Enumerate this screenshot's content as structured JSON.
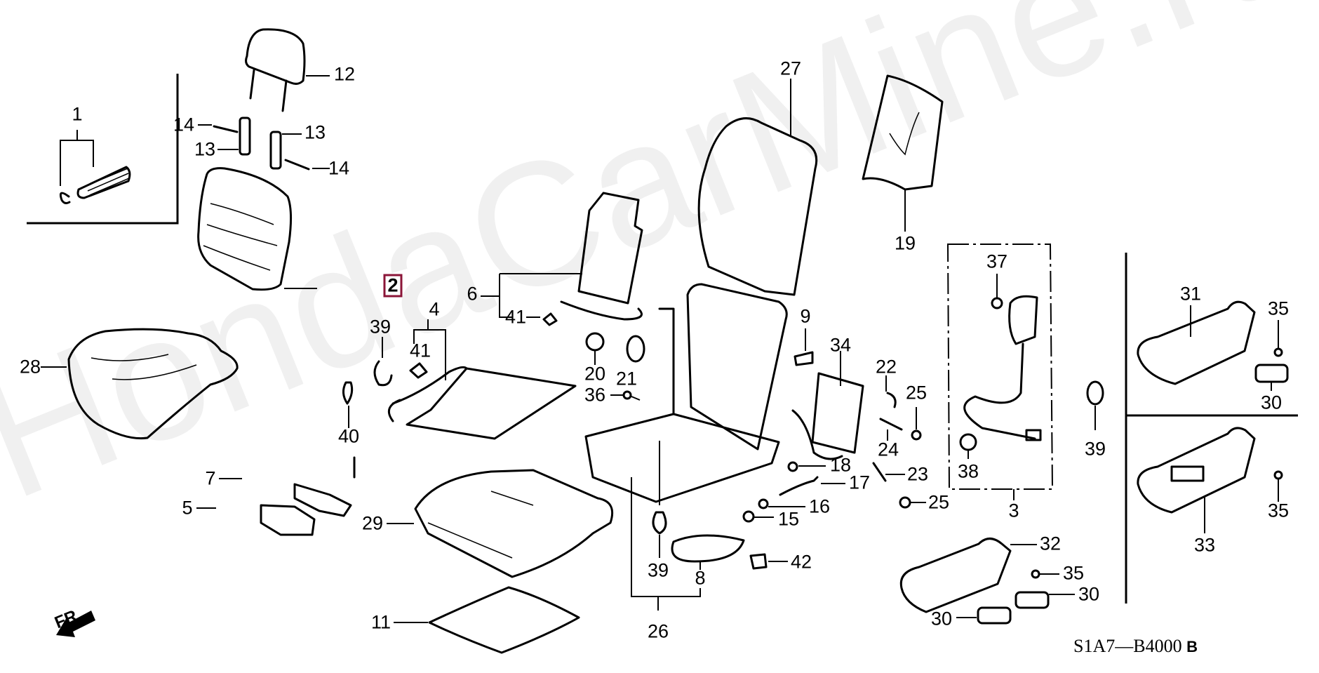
{
  "diagram": {
    "title_code": "S1A7—B4000",
    "title_suffix": "B",
    "watermark": "HondaCarMine.ru",
    "direction_label": "FR.",
    "highlight_color": "#8b1538",
    "highlighted_part": "2",
    "labels": [
      {
        "id": "1",
        "text": "1"
      },
      {
        "id": "2",
        "text": "2"
      },
      {
        "id": "3",
        "text": "3"
      },
      {
        "id": "4",
        "text": "4"
      },
      {
        "id": "5",
        "text": "5"
      },
      {
        "id": "6",
        "text": "6"
      },
      {
        "id": "7",
        "text": "7"
      },
      {
        "id": "8",
        "text": "8"
      },
      {
        "id": "9",
        "text": "9"
      },
      {
        "id": "11",
        "text": "11"
      },
      {
        "id": "12",
        "text": "12"
      },
      {
        "id": "13a",
        "text": "13"
      },
      {
        "id": "13b",
        "text": "13"
      },
      {
        "id": "14a",
        "text": "14"
      },
      {
        "id": "14b",
        "text": "14"
      },
      {
        "id": "15",
        "text": "15"
      },
      {
        "id": "16",
        "text": "16"
      },
      {
        "id": "17",
        "text": "17"
      },
      {
        "id": "18",
        "text": "18"
      },
      {
        "id": "19",
        "text": "19"
      },
      {
        "id": "20",
        "text": "20"
      },
      {
        "id": "21",
        "text": "21"
      },
      {
        "id": "22",
        "text": "22"
      },
      {
        "id": "23",
        "text": "23"
      },
      {
        "id": "24",
        "text": "24"
      },
      {
        "id": "25a",
        "text": "25"
      },
      {
        "id": "25b",
        "text": "25"
      },
      {
        "id": "26",
        "text": "26"
      },
      {
        "id": "27",
        "text": "27"
      },
      {
        "id": "28",
        "text": "28"
      },
      {
        "id": "29",
        "text": "29"
      },
      {
        "id": "30a",
        "text": "30"
      },
      {
        "id": "30b",
        "text": "30"
      },
      {
        "id": "30c",
        "text": "30"
      },
      {
        "id": "31",
        "text": "31"
      },
      {
        "id": "32",
        "text": "32"
      },
      {
        "id": "33",
        "text": "33"
      },
      {
        "id": "34",
        "text": "34"
      },
      {
        "id": "35a",
        "text": "35"
      },
      {
        "id": "35b",
        "text": "35"
      },
      {
        "id": "35c",
        "text": "35"
      },
      {
        "id": "36",
        "text": "36"
      },
      {
        "id": "37",
        "text": "37"
      },
      {
        "id": "38",
        "text": "38"
      },
      {
        "id": "39a",
        "text": "39"
      },
      {
        "id": "39b",
        "text": "39"
      },
      {
        "id": "39c",
        "text": "39"
      },
      {
        "id": "40",
        "text": "40"
      },
      {
        "id": "41a",
        "text": "41"
      },
      {
        "id": "41b",
        "text": "41"
      },
      {
        "id": "42",
        "text": "42"
      }
    ]
  }
}
